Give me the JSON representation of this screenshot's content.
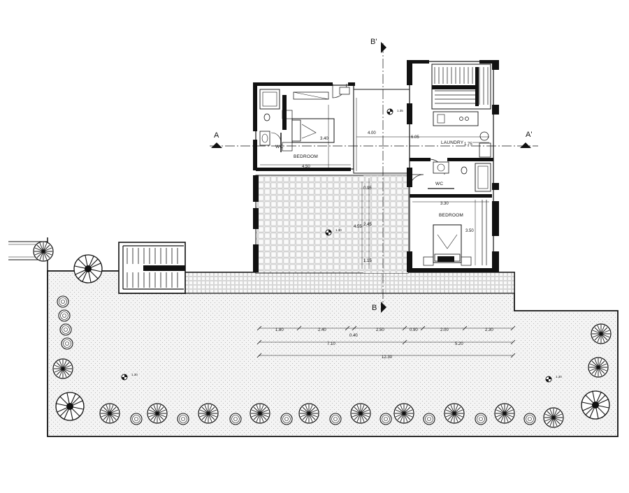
{
  "sections": {
    "a_left": "A",
    "a_right": "A'",
    "b_top": "B'",
    "b_bottom": "B"
  },
  "rooms": {
    "bedroom_1": "BEDROOM",
    "bedroom_2": "BEDROOM",
    "laundry": "LAUNDRY",
    "wc_1": "WC",
    "wc_2": "WC"
  },
  "levels": {
    "upper": "1.35",
    "terrace": "1.30",
    "garden_left": "1.30",
    "garden_right": "1.30"
  },
  "dimensions": {
    "bed1_depth": "3.40",
    "bed1_width": "4.50",
    "corridor_depth": "4.00",
    "span_total": "6.05",
    "laundry_width": "1.75",
    "terrace_a": "0.95",
    "terrace_b": "2.45",
    "terrace_c": "4.55",
    "terrace_d": "1.15",
    "bed2_width": "3.30",
    "bed2_depth": "3.50",
    "row1": [
      "1.80",
      "2.40",
      "2.50",
      "0.90",
      "2.00",
      "2.30"
    ],
    "row1_small": "0.40",
    "row2": [
      "7.10",
      "5.20"
    ],
    "row3": "12.30"
  },
  "colors": {
    "line": "#111111",
    "hatch": "#9a9a9a",
    "paving": "#bdbdbd",
    "wall": "#111111"
  }
}
